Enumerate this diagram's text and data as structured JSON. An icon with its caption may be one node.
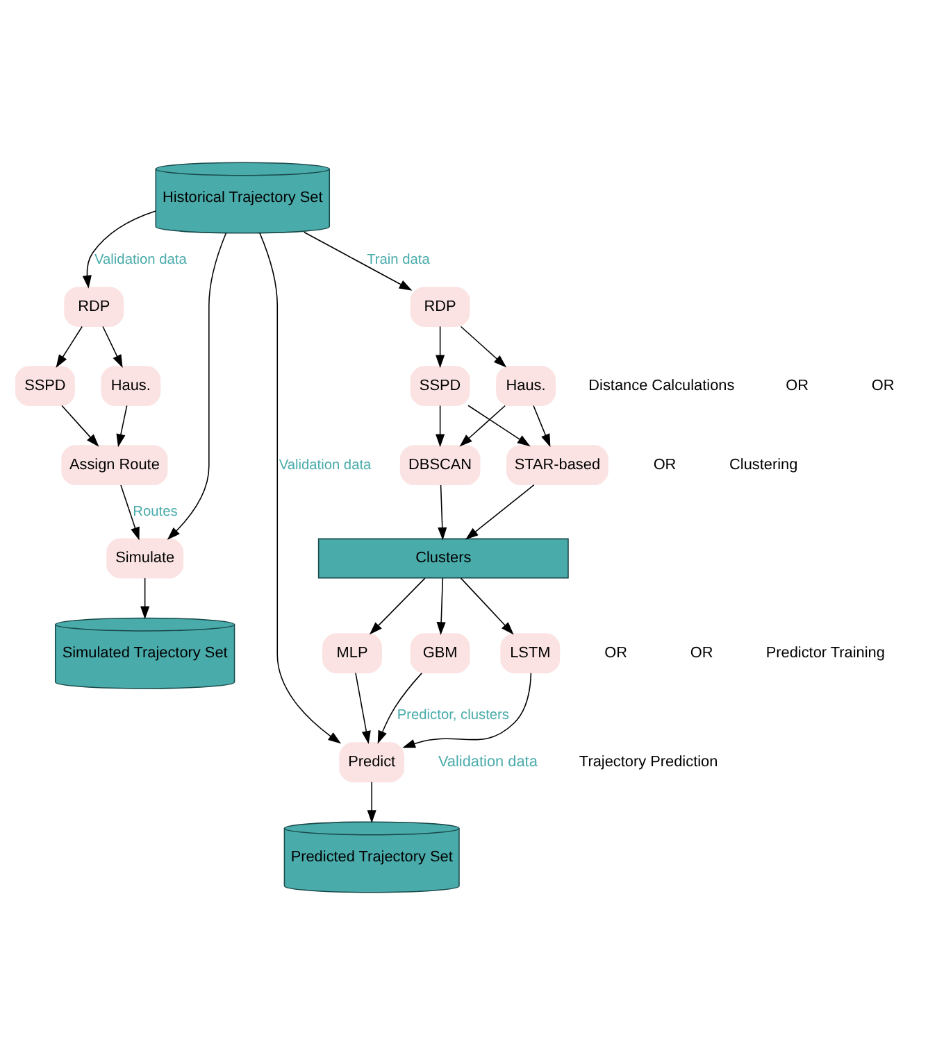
{
  "diagram": {
    "nodes": [
      {
        "text": [
          "Historical Trajectory Set"
        ]
      },
      {
        "text": [
          "RDP"
        ]
      },
      {
        "text": [
          "RDP"
        ]
      },
      {
        "text": [
          "SSPD"
        ]
      },
      {
        "text": [
          "Haus."
        ]
      },
      {
        "text": [
          "SSPD"
        ]
      },
      {
        "text": [
          "Haus."
        ]
      },
      {
        "text": [
          "Assign Route"
        ]
      },
      {
        "text": [
          "DBSCAN"
        ]
      },
      {
        "text": [
          "STAR-based"
        ]
      },
      {
        "text": [
          "Clusters"
        ]
      },
      {
        "text": [
          "MLP"
        ]
      },
      {
        "text": [
          "GBM"
        ]
      },
      {
        "text": [
          "LSTM"
        ]
      },
      {
        "text": [
          "Simulate"
        ]
      },
      {
        "text": [
          "Predict"
        ]
      },
      {
        "text": [
          "Simulated Trajectory Set"
        ]
      },
      {
        "text": [
          "Predicted Trajectory Set"
        ]
      }
    ],
    "edges": [
      {
        "from": 0,
        "to": 1,
        "arrow": "to",
        "label": "Validation data"
      },
      {
        "from": 0,
        "to": 14,
        "arrow": "to"
      },
      {
        "from": 0,
        "to": 2,
        "arrow": "to",
        "label": "Train data"
      },
      {
        "from": 0,
        "to": 15,
        "arrow": "to",
        "label": "Validation data"
      },
      {
        "from": 1,
        "to": 3,
        "arrow": "to"
      },
      {
        "from": 1,
        "to": 4,
        "arrow": "to"
      },
      {
        "from": 2,
        "to": 5,
        "arrow": "to"
      },
      {
        "from": 2,
        "to": 6,
        "arrow": "to"
      },
      {
        "from": 3,
        "to": 7,
        "arrow": "to"
      },
      {
        "from": 4,
        "to": 7,
        "arrow": "to"
      },
      {
        "from": 5,
        "to": 8,
        "arrow": "to"
      },
      {
        "from": 5,
        "to": 9,
        "arrow": "to"
      },
      {
        "from": 6,
        "to": 8,
        "arrow": "to"
      },
      {
        "from": 6,
        "to": 9,
        "arrow": "to"
      },
      {
        "from": 7,
        "to": 14,
        "arrow": "to",
        "label": "Routes"
      },
      {
        "from": 8,
        "to": 10,
        "arrow": "to"
      },
      {
        "from": 9,
        "to": 10,
        "arrow": "to"
      },
      {
        "from": 10,
        "to": 11,
        "arrow": "to"
      },
      {
        "from": 10,
        "to": 12,
        "arrow": "to"
      },
      {
        "from": 10,
        "to": 13,
        "arrow": "to"
      },
      {
        "from": 11,
        "to": 15,
        "arrow": "to"
      },
      {
        "from": 12,
        "to": 15,
        "arrow": "to",
        "label": "Predictor, clusters"
      },
      {
        "from": 13,
        "to": 15,
        "arrow": "to"
      },
      {
        "from": 14,
        "to": 16,
        "arrow": "to"
      },
      {
        "from": 15,
        "to": 17,
        "arrow": "to"
      }
    ],
    "labels": [
      "Distance Calculations",
      "OR",
      "OR",
      "OR",
      "Clustering",
      "OR",
      "OR",
      "Predictor Training",
      "Validation data",
      "Trajectory Prediction"
    ]
  }
}
